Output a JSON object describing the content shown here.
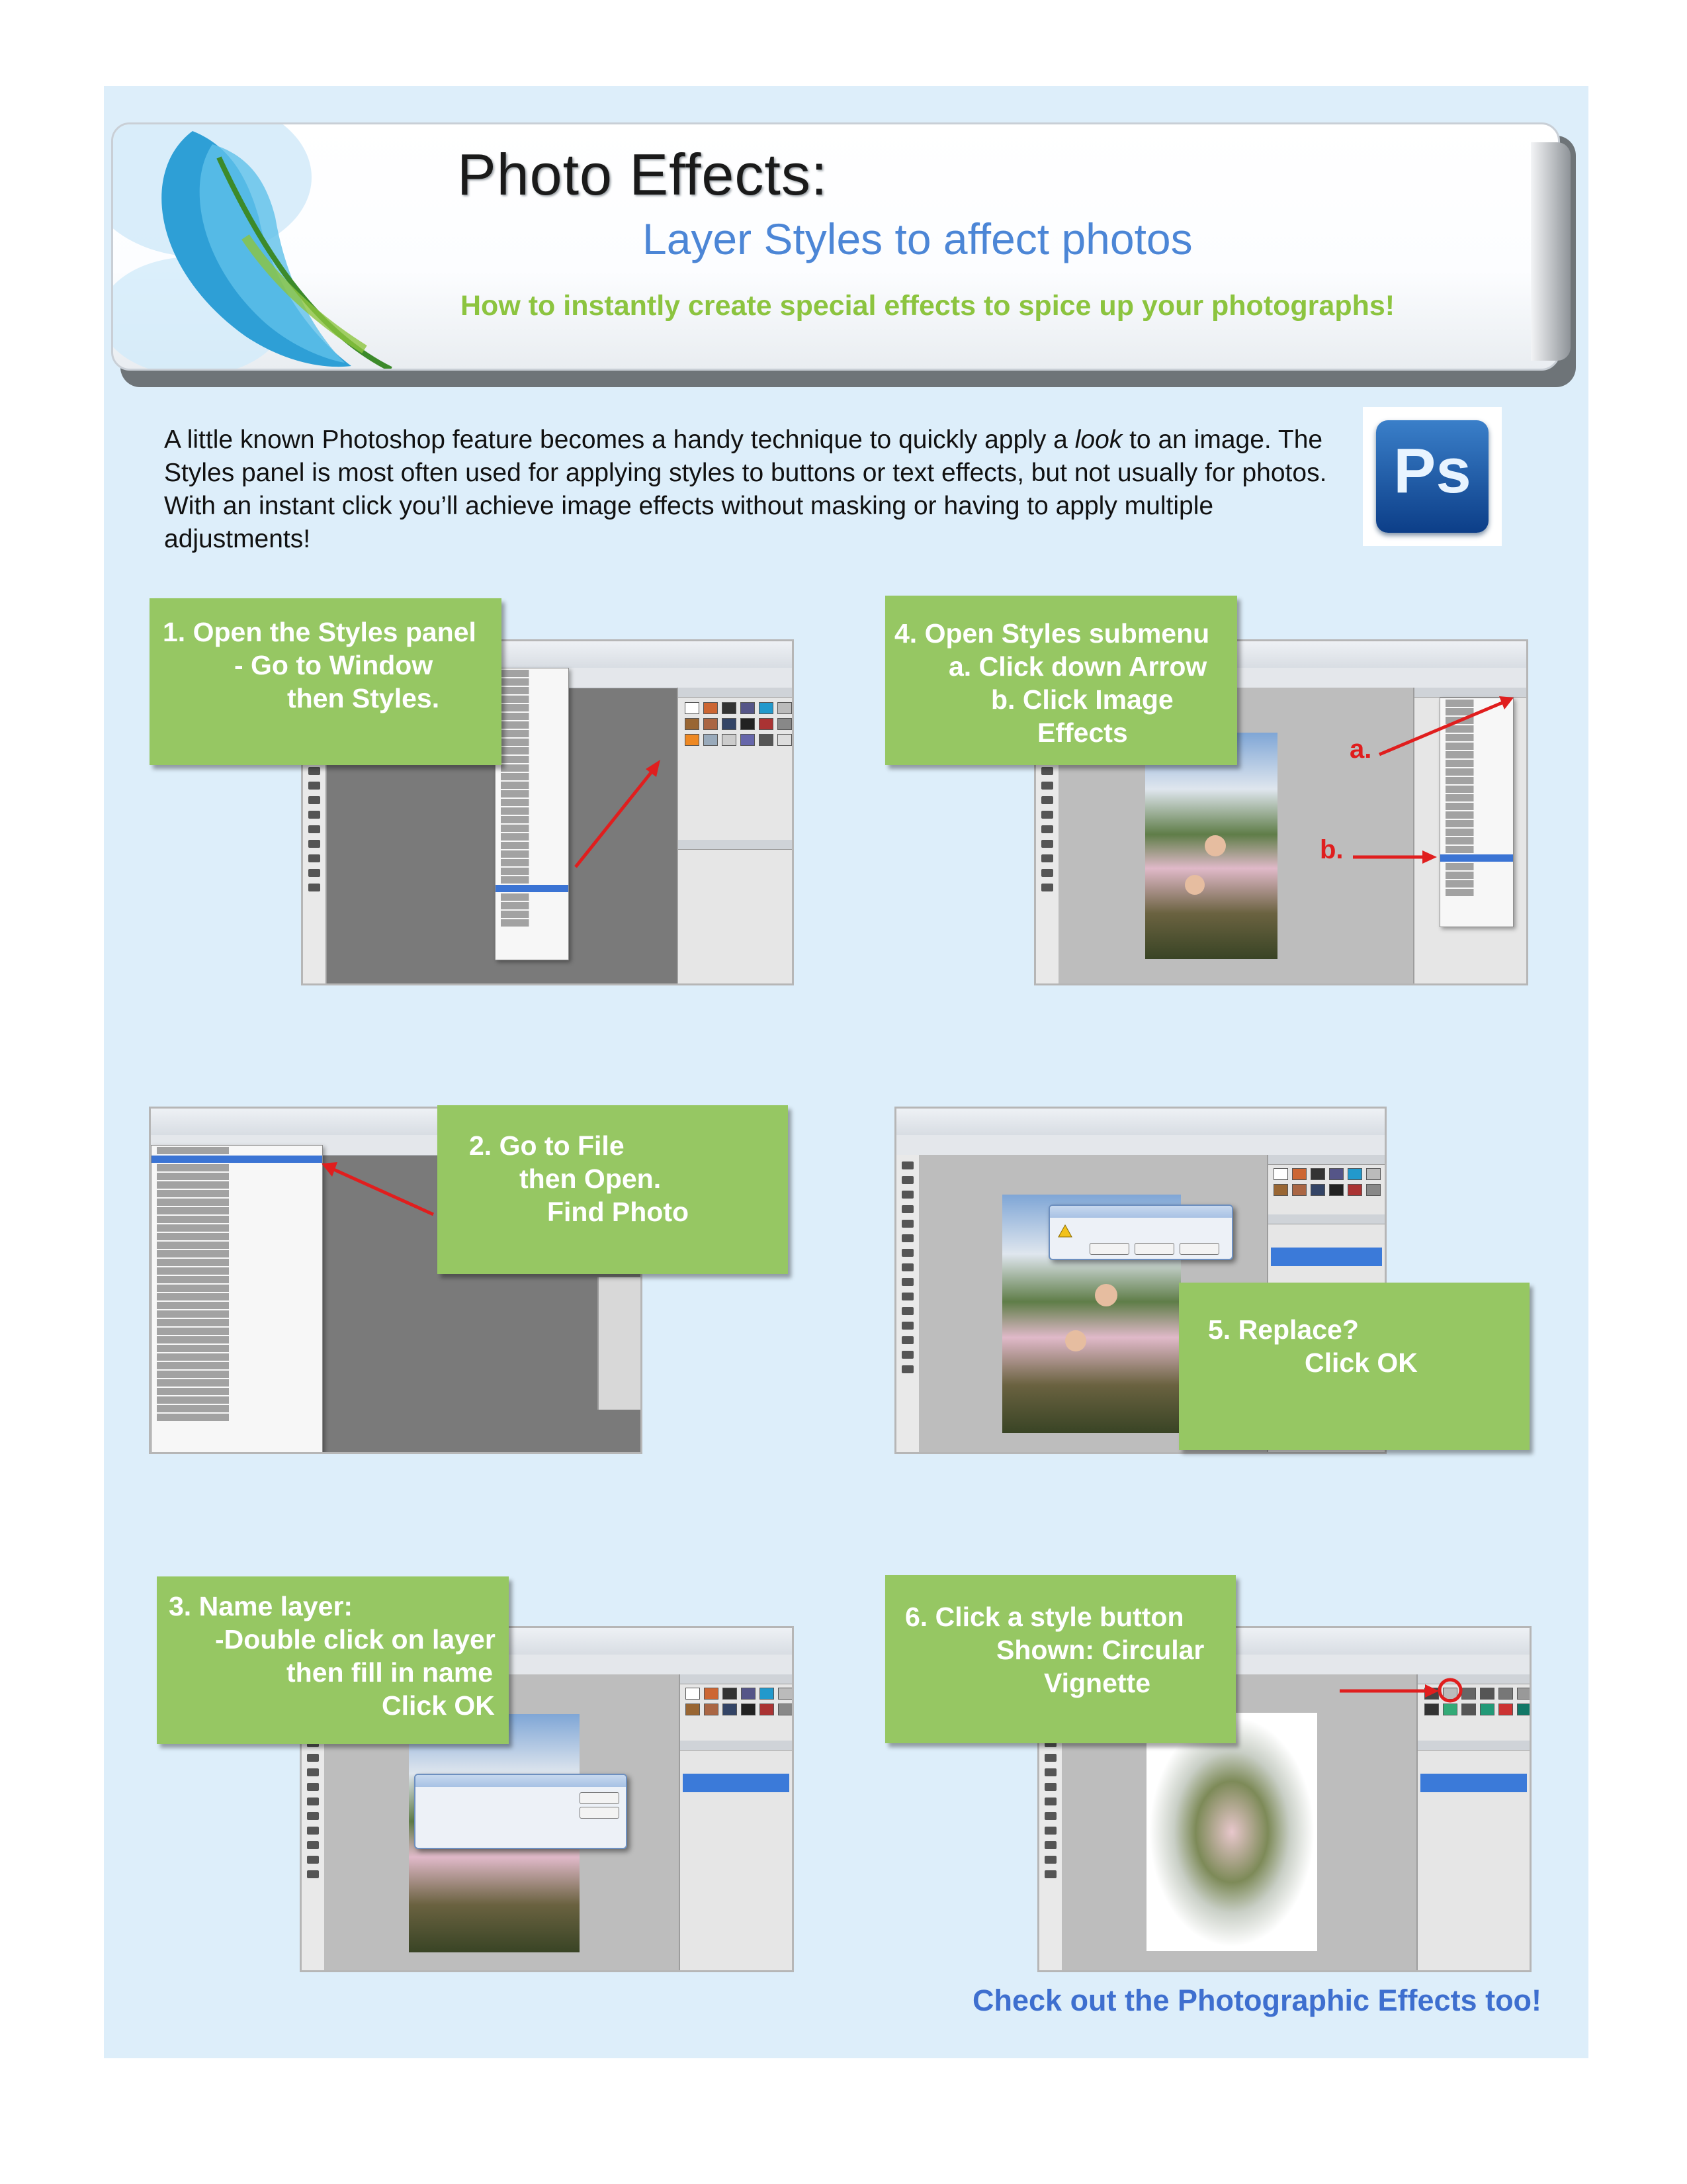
{
  "header": {
    "title": "Photo Effects:",
    "subtitle": "Layer Styles to affect photos",
    "tagline": "How to instantly create special effects to spice up your photographs!"
  },
  "intro": {
    "line1_pre": "A little known Photoshop feature becomes a handy technique to quickly apply a ",
    "line1_em": "look",
    "line1_post": " to an image.",
    "rest": "The Styles panel is most often used for applying styles to buttons or text effects, but not usually for photos.   With an instant click you’ll achieve image effects without masking or having to apply multiple adjustments!"
  },
  "logo": {
    "text": "Ps",
    "icon": "photoshop-logo-icon"
  },
  "steps": {
    "s1": {
      "l1": "1.  Open the Styles panel",
      "l2": "- Go to Window",
      "l3": "then Styles."
    },
    "s2": {
      "l1": "2. Go to File",
      "l2": "then Open.",
      "l3": "Find Photo"
    },
    "s3": {
      "l1": "3.  Name layer:",
      "l2": "-Double click on layer",
      "l3": "then fill in name",
      "l4": "Click OK"
    },
    "s4": {
      "l1": "4.  Open Styles submenu",
      "l2": "a.  Click down Arrow",
      "l3": "b.  Click Image",
      "l4": "Effects",
      "label_a": "a.",
      "label_b": "b."
    },
    "s5": {
      "l1": "5.  Replace?",
      "l2": "Click OK"
    },
    "s6": {
      "l1": "6.  Click a style button",
      "l2": "Shown: Circular",
      "l3": "Vignette"
    }
  },
  "footer": {
    "text": "Check out the Photographic Effects too!"
  },
  "colors": {
    "callout": "#96c763",
    "accent_blue": "#4c86d6",
    "tagline_green": "#8cc43f",
    "arrow_red": "#e01e1e",
    "page_bg": "#ddeefa"
  }
}
